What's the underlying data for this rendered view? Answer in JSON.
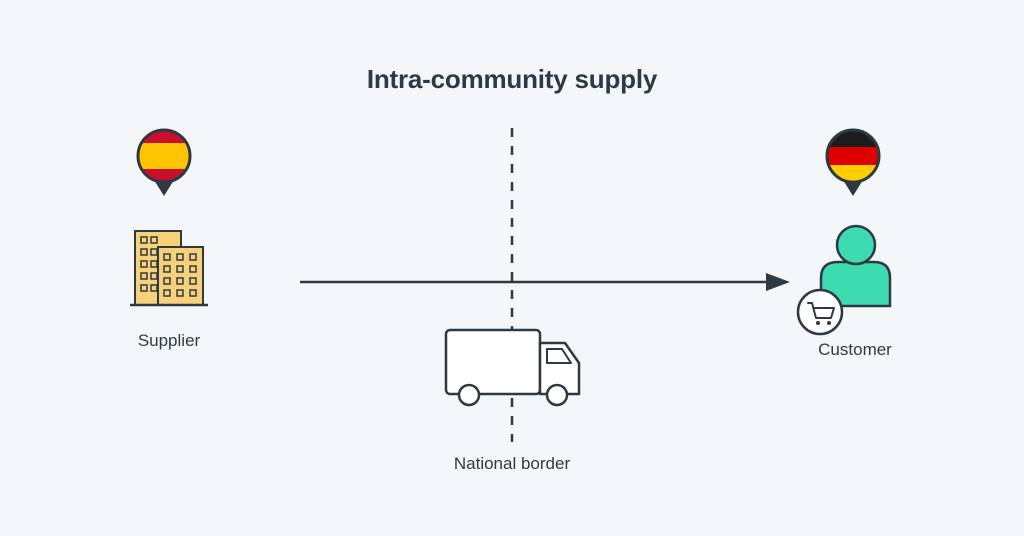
{
  "diagram": {
    "title": "Intra-community supply",
    "supplier": {
      "label": "Supplier",
      "flag": "spain-flag-pin-icon",
      "icon": "building-icon"
    },
    "customer": {
      "label": "Customer",
      "flag": "germany-flag-pin-icon",
      "icon": "person-icon",
      "badge_icon": "shopping-cart-icon"
    },
    "border": {
      "label": "National border",
      "icon": "truck-icon"
    }
  },
  "colors": {
    "background": "#f4f7fa",
    "text": "#2f3944",
    "building_fill": "#f5d27a",
    "person_fill": "#3ddbb0",
    "spain_red": "#c8102e",
    "spain_yellow": "#ffc400",
    "germany_black": "#1c1c1c",
    "germany_red": "#dd0000",
    "germany_gold": "#ffce00"
  }
}
